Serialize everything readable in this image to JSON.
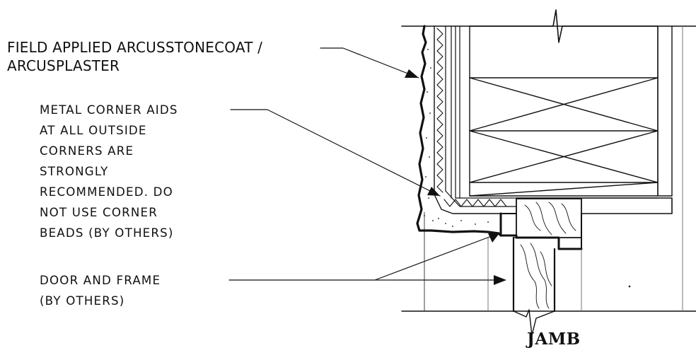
{
  "notes": {
    "field_applied": {
      "lines": [
        "FIELD APPLIED ARCUSSTONECOAT /",
        "ARCUSPLASTER"
      ]
    },
    "metal_corner_aids": {
      "lines": [
        "METAL CORNER AIDS",
        "AT ALL OUTSIDE",
        "CORNERS ARE",
        "STRONGLY",
        "RECOMMENDED. DO",
        "NOT USE CORNER",
        "BEADS (BY OTHERS)"
      ]
    },
    "door_and_frame": {
      "lines": [
        "DOOR AND FRAME",
        "(BY OTHERS)"
      ]
    }
  },
  "section_label": "JAMB",
  "colors": {
    "ink": "#111111",
    "paper": "#ffffff"
  }
}
